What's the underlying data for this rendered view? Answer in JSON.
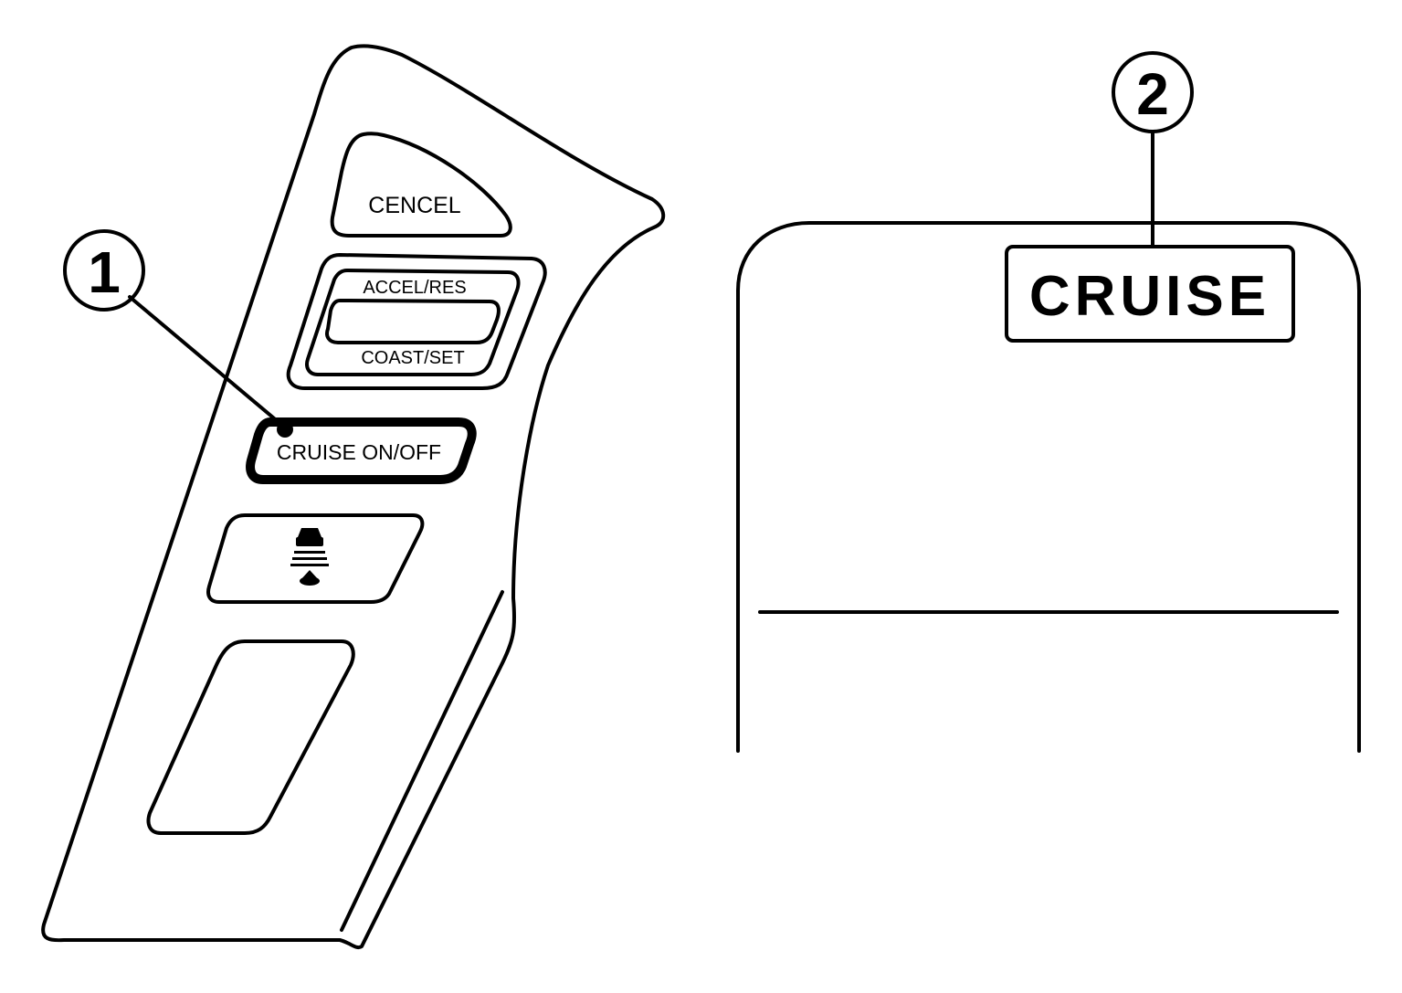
{
  "switch_panel": {
    "cancel_label": "CENCEL",
    "accel_res_label": "ACCEL/RES",
    "coast_set_label": "COAST/SET",
    "cruise_onoff_label": "CRUISE ON/OFF",
    "distance_icon": "vehicle-distance-icon"
  },
  "meter": {
    "indicator_label": "CRUISE"
  },
  "callouts": [
    {
      "number": "1"
    },
    {
      "number": "2"
    }
  ],
  "colors": {
    "line": "#000000",
    "background": "#ffffff"
  }
}
